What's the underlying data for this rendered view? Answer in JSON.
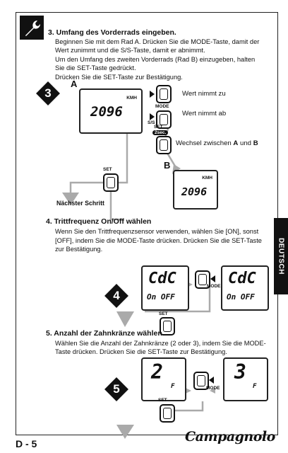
{
  "page_number": "D - 5",
  "side_tab": "DEUTSCH",
  "logo": "Campagnolo",
  "section3": {
    "heading": "3. Umfang des Vorderrads eingeben.",
    "line1": "Beginnen Sie mit dem Rad A. Drücken Sie die MODE-Taste, damit der",
    "line2": "Wert zunimmt und die S/S-Taste, damit er abnimmt.",
    "line3": "Um den Umfang des zweiten Vorderrads (Rad B) einzugeben, halten",
    "line4": "Sie die SET-Taste gedrückt.",
    "line5": "Drücken Sie die SET-Taste zur Bestätigung.",
    "step": "3",
    "wheel_a": "A",
    "wheel_b": "B",
    "unit": "KMH",
    "value": "2096",
    "increase": "Wert nimmt zu",
    "decrease": "Wert nimmt ab",
    "mode": "MODE",
    "ss": "S/S",
    "set": "SET",
    "twosec": "2sec.",
    "switch_prefix": "Wechsel zwischen ",
    "switch_a": "A",
    "switch_and": " und ",
    "switch_b": "B",
    "next": "Nächster Schritt"
  },
  "section4": {
    "heading": "4. Trittfrequenz On/Off wählen",
    "line1": "Wenn Sie den Trittfrequenzsensor verwenden, wählen Sie [ON], sonst",
    "line2": "[OFF], indem Sie die MODE-Taste drücken. Drücken Sie die SET-Taste",
    "line3": "zur Bestätigung.",
    "step": "4",
    "cad": "CdC",
    "onoff": "On OFF",
    "mode": "MODE",
    "set": "SET"
  },
  "section5": {
    "heading": "5. Anzahl der Zahnkränze wählen.",
    "line1": "Wählen Sie die Anzahl der Zahnkränze (2 oder 3), indem Sie die MODE-",
    "line2": "Taste drücken. Drücken Sie die SET-Taste zur Bestätigung.",
    "step": "5",
    "left_value": "2",
    "right_value": "3",
    "f_label": "F",
    "mode": "MODE",
    "set": "SET"
  }
}
